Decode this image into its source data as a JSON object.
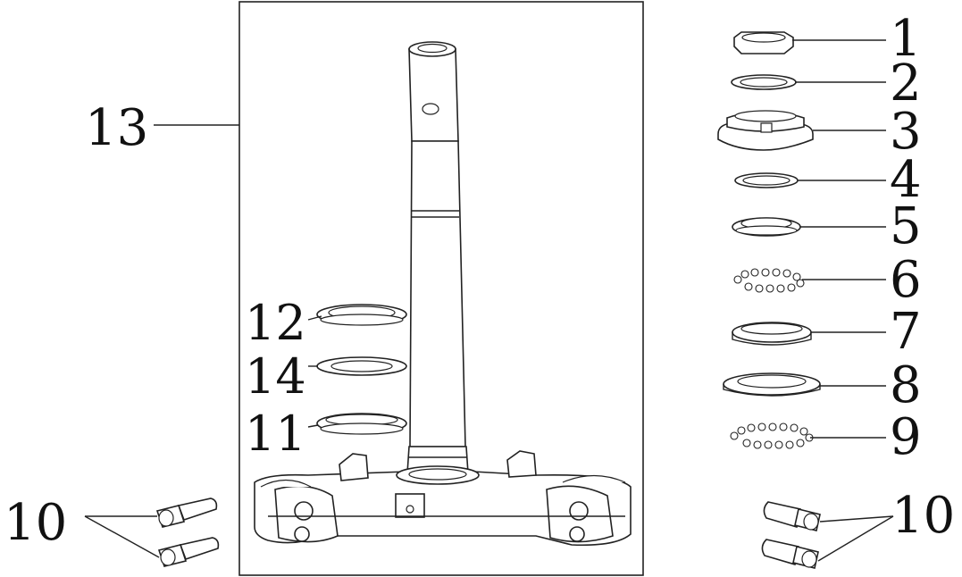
{
  "labels": {
    "l1": "1",
    "l2": "2",
    "l3": "3",
    "l4": "4",
    "l5": "5",
    "l6": "6",
    "l7": "7",
    "l8": "8",
    "l9": "9",
    "l10_left": "10",
    "l10_right": "10",
    "l11": "11",
    "l12": "12",
    "l13": "13",
    "l14": "14"
  }
}
